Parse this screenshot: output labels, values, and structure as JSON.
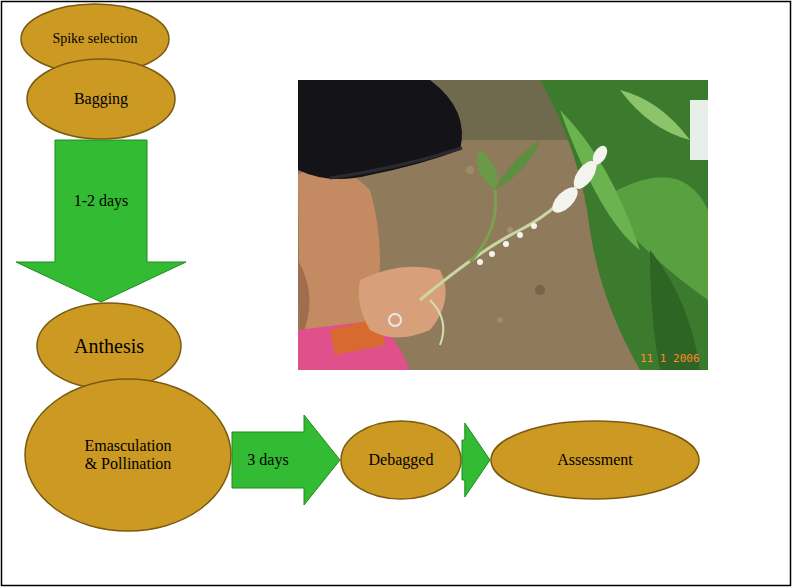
{
  "diagram": {
    "nodes": [
      {
        "text": [
          "Spike selection"
        ]
      },
      {
        "text": [
          "Bagging"
        ]
      },
      {
        "text": [
          "Anthesis"
        ]
      },
      {
        "text": [
          "Emasculation & Pollination"
        ]
      },
      {
        "text": [
          "Debagged"
        ]
      },
      {
        "text": [
          "Assessment"
        ]
      }
    ],
    "edges": [
      {
        "from": 1,
        "to": 2,
        "label": "1-2 days",
        "arrow": "to"
      },
      {
        "from": 3,
        "to": 4,
        "label": "3 days",
        "arrow": "to"
      },
      {
        "from": 4,
        "to": 5,
        "arrow": "to"
      }
    ],
    "labels": [
      "11 1 2006"
    ]
  }
}
